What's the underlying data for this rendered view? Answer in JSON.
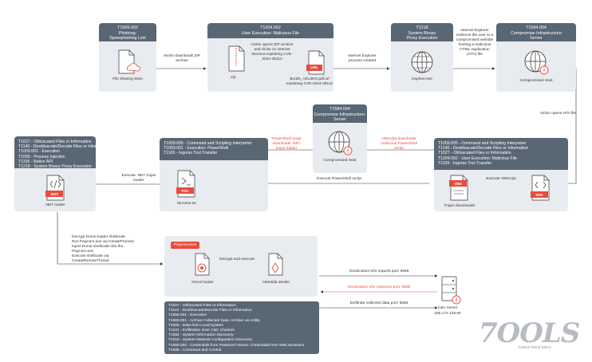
{
  "cards": {
    "t1566": {
      "lines": [
        "T1566.002",
        "Phishing:",
        "Spearphishing Link"
      ],
      "caption": "File Sharing Sites"
    },
    "t1204": {
      "lines": [
        "T1204.002",
        "User Execution: Malicious File"
      ],
      "zip": ".zip",
      "zip_desc": "Victim opens ZIP archive and clicks on internet shortcut exploiting CVE-2024-38112",
      "url_tag": "URL",
      "url_caption": "Books_A0UJKO.pdf.url exploiting CVE-2024-38112"
    },
    "t1218": {
      "lines": [
        "T1218",
        "System Binary",
        "Proxy Execution"
      ],
      "caption": "iexplore.exe"
    },
    "t1584_top": {
      "lines": [
        "T1584.004",
        "Compromise Infrastructure",
        "Server"
      ],
      "caption": "Compromised Host"
    },
    "t1584_mid": {
      "lines": [
        "T1584.004",
        "Compromise Infrastructure:",
        "Server"
      ],
      "caption": "Compromised Host"
    },
    "left": {
      "items": [
        "T1027 - Obfuscated Files or Information",
        "T1140 - Deobfuscate/Decode Files or Information",
        "T1059.001 - Execution",
        "T1055 - Process Injection",
        "T1106 - Native API",
        "T1218 - System Binary Proxy Execution"
      ],
      "tag": ".NET",
      "caption": ".NET loader"
    },
    "ps": {
      "items": [
        "T1059.005 - Command and Scripting Interpreter",
        "T1059.001 - Execution: PowerShell",
        "T1105 - Ingress Tool Transfer"
      ],
      "tag": "PS1",
      "caption": "become.txt"
    },
    "right": {
      "items": [
        "T1059.005 - Command and Scripting Interpreter",
        "T1140 - Deobfuscate/Decode Files or Information",
        "T1027 - Obfuscated Files or Information",
        "T1204.002 - User Execution: Malicious File",
        "T1105 - Ingress Tool Transfer"
      ],
      "vbs_tag": "VBS",
      "vbs_caption": "Trojan downloader",
      "hta_tag": "HTA"
    },
    "peg": {
      "badge": "PegAsmxexe",
      "loader": "Donut loader",
      "stealer": "Atlantida stealer",
      "arrow_label": "Decrypt and execute"
    },
    "bottom": {
      "items": [
        "T1027 - Obfuscated Files or Information",
        "T1140 - Deobfuscate/Decode Files or Information",
        "T1059.001 - Execution",
        "T1560.001 - Archive Collected Data: Archive via Utility",
        "T1005 - Data from Local System",
        "T1041 - Exfiltration Over C&C Channel",
        "T1082 - System Information Discovery",
        "T1016 - System Network Configuration Discovery",
        "T1555.003 - Credentials from Password Stores: Credentials from Web Browsers",
        "T1095 - Command and Control"
      ]
    }
  },
  "notes": {
    "victim_downloads": "Victim downloads ZIP archive",
    "ie_process": "Internet Explorer process created",
    "ie_redirect": "Internet Explorer redirects the user to a compromised website hosting a malicious HTML Application (HTA) file",
    "victim_opens_hta": "Victim opens HTA file",
    "execute_vbscript": "Execute VBScript",
    "execute_ps": "Execute PowerShell script",
    "execute_net": "Execute .NET trojan loader",
    "ps_downloads": "PowerShell script downloads .NET trojan loader",
    "vbs_downloads": "VBScript downloads malicious PowerShell script",
    "steps": [
      "Decrypt Donut loader shellcode",
      "Run PegAsm.exe via CreateProcess",
      "Inject Donut shellcode into the PegAsm.exe",
      "Execute shellcode via CreateRemoteThread"
    ],
    "geo_request": "Geolocation info request port: 6666",
    "geo_response": "Geolocation info response port: 6666",
    "exfil": "Exfiltrate collected data port: 6655",
    "cc_server": "C&C server",
    "cc_ip": "185.172.128.90"
  },
  "logo": {
    "text": "7OOLS",
    "sub": "©2024 Trend Micro"
  },
  "colors": {
    "header": "#596674",
    "card": "#e8ebef",
    "accent": "#e84c3d"
  }
}
